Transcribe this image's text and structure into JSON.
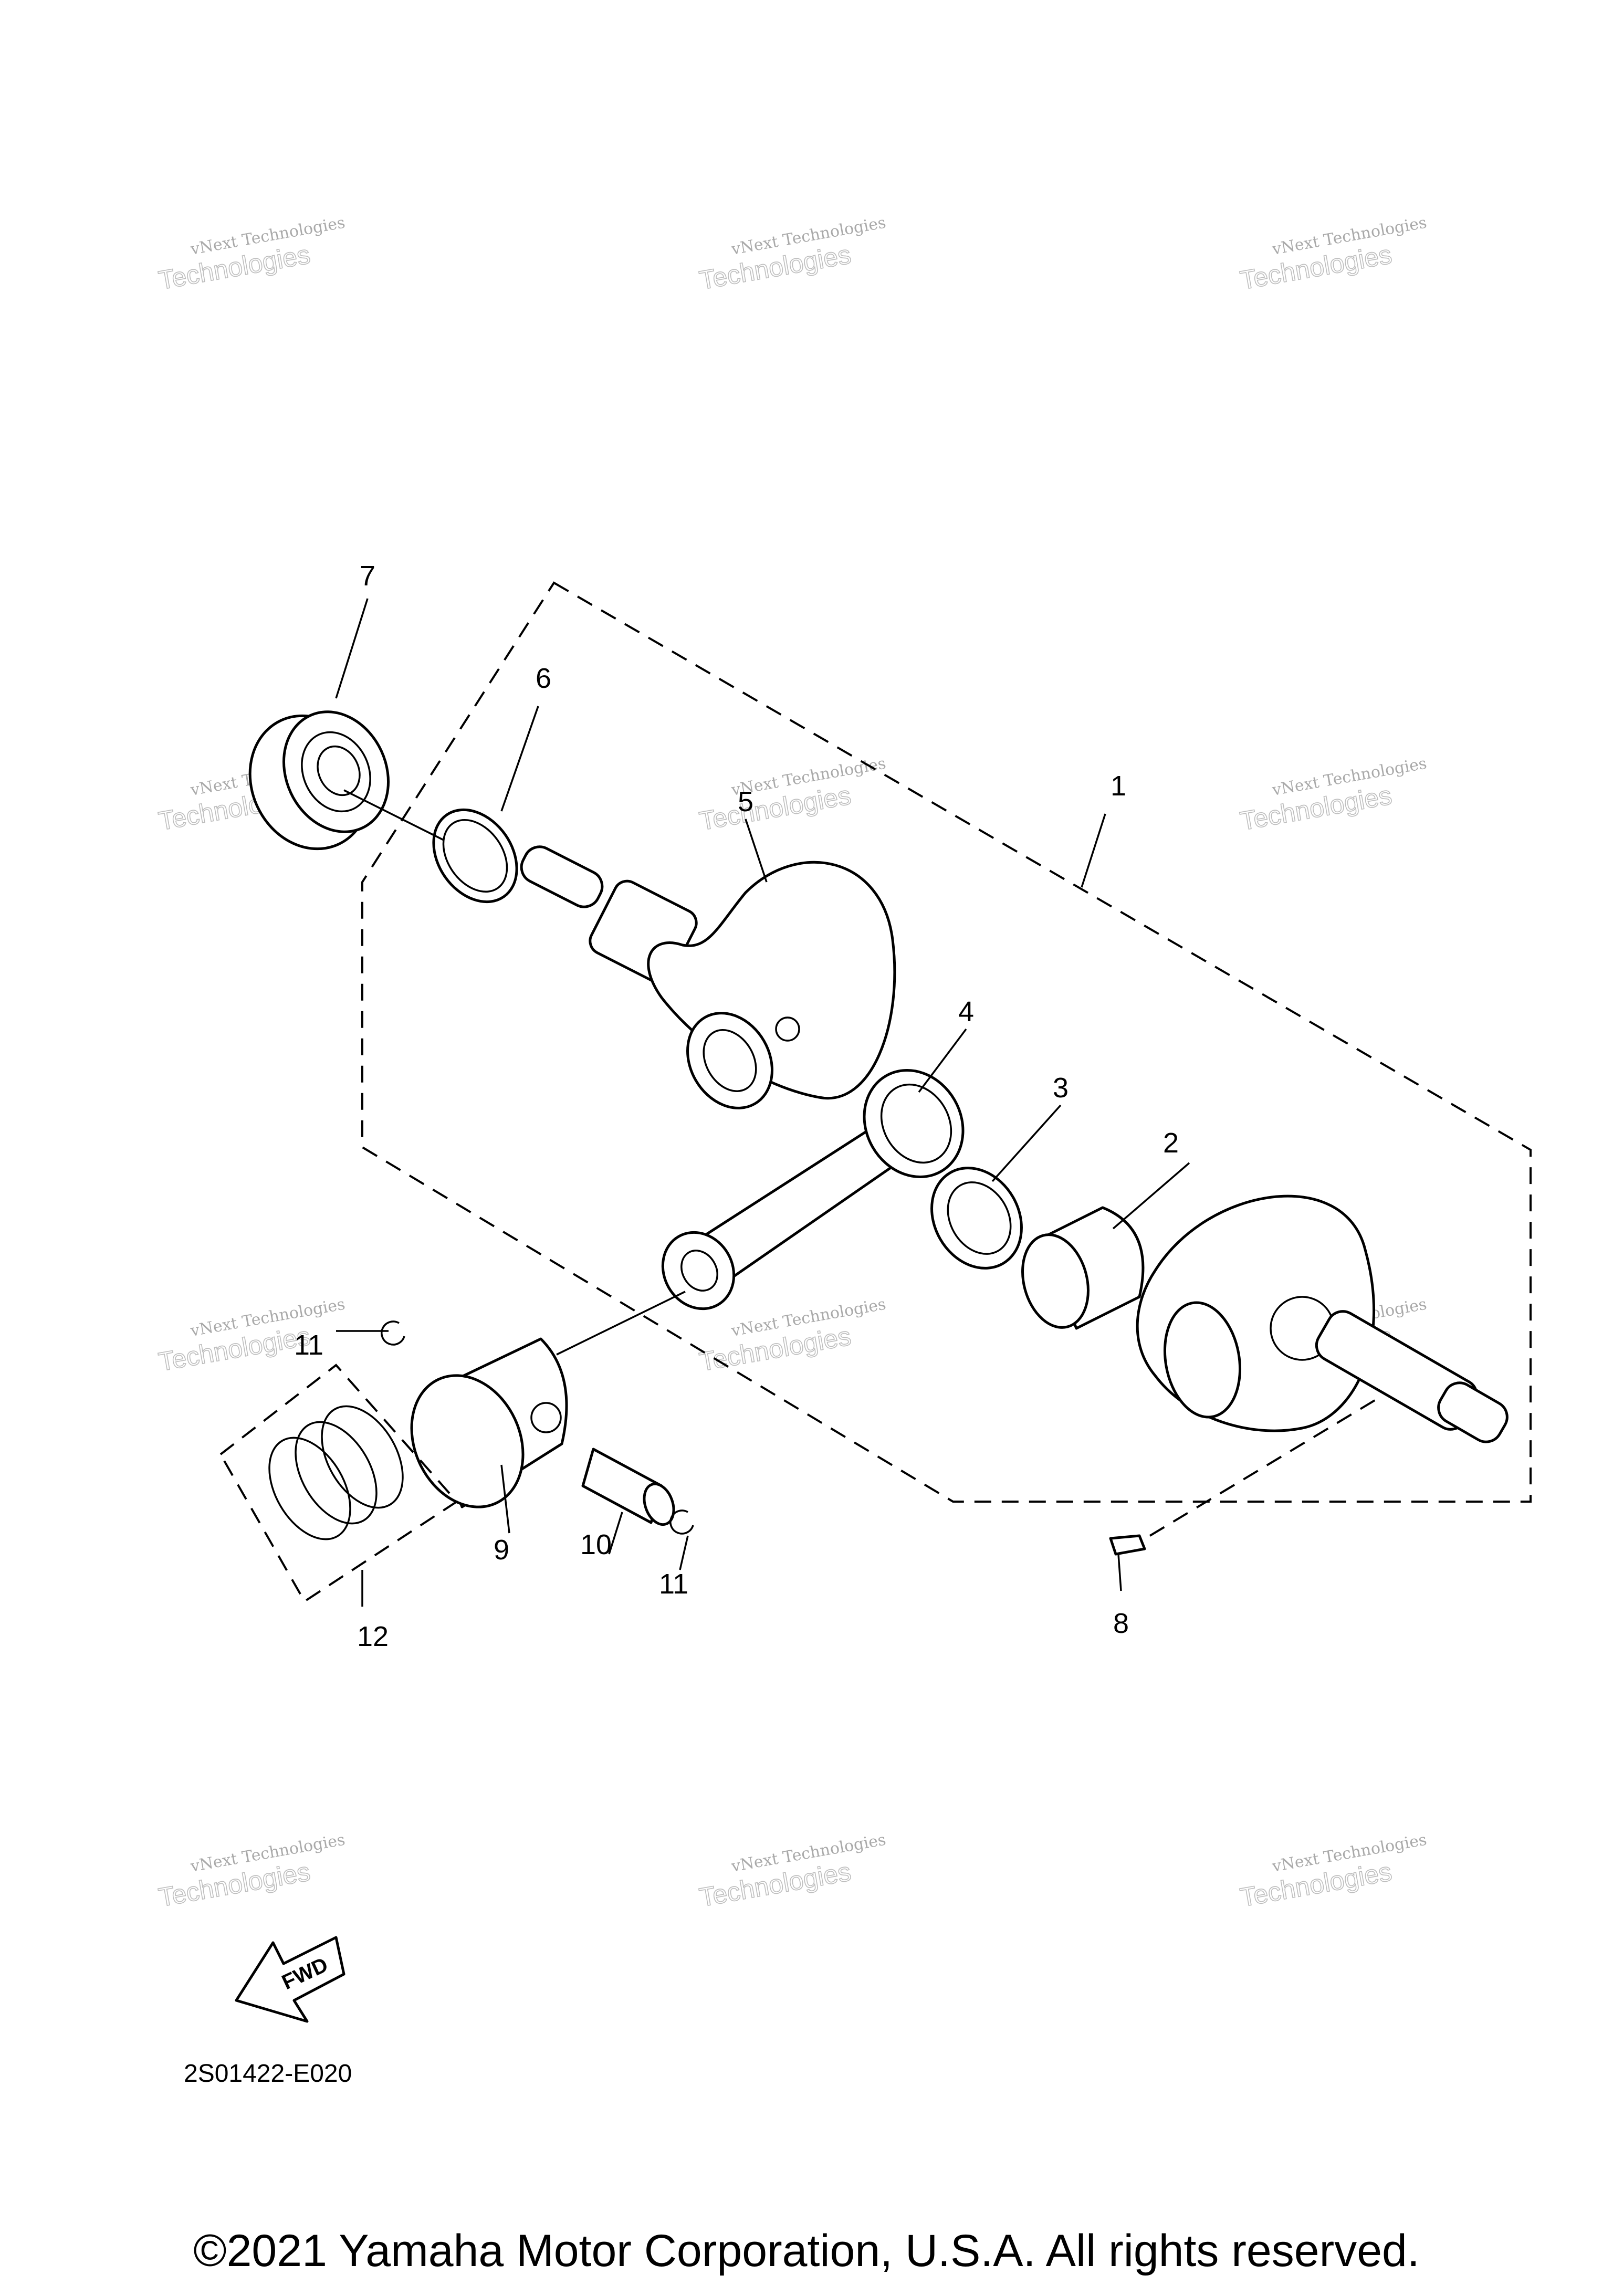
{
  "callouts": [
    "1",
    "2",
    "3",
    "4",
    "5",
    "6",
    "7",
    "8",
    "9",
    "10",
    "11",
    "11",
    "12"
  ],
  "watermark": {
    "line1": "vNext Technologies",
    "line2": "Technologies"
  },
  "fwd_label": "FWD",
  "diagram_code": "2S01422-E020",
  "copyright": "©2021 Yamaha Motor Corporation, U.S.A. All rights reserved."
}
